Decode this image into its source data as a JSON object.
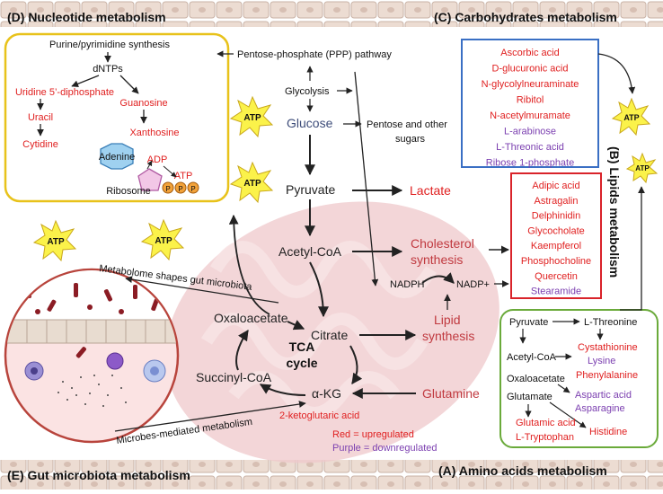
{
  "panel_titles": {
    "d": "(D) Nucleotide metabolism",
    "c": "(C) Carbohydrates metabolism",
    "b": "(B) Lipids metabolism",
    "e": "(E) Gut microbiota metabolism",
    "a": "(A) Amino acids metabolism"
  },
  "nucleotide": {
    "purine": "Purine/pyrimidine synthesis",
    "dntps": "dNTPs",
    "uridine": "Uridine 5’-diphosphate",
    "uracil": "Uracil",
    "cytidine": "Cytidine",
    "guanosine": "Guanosine",
    "xanthosine": "Xanthosine",
    "adenine": "Adenine",
    "adp": "ADP",
    "atp": "ATP",
    "ribosome": "Ribosome",
    "p": "P"
  },
  "central": {
    "ppp": "Pentose-phosphate (PPP) pathway",
    "glycolysis": "Glycolysis",
    "glucose": "Glucose",
    "pentose1": "Pentose and other",
    "pentose2": "sugars",
    "pyruvate": "Pyruvate",
    "lactate": "Lactate",
    "acetyl": "Acetyl-CoA",
    "chol1": "Cholesterol",
    "chol2": "synthesis",
    "nadph": "NADPH",
    "nadp": "NADP+",
    "lipid1": "Lipid",
    "lipid2": "synthesis",
    "oxaloacetate": "Oxaloacetate",
    "citrate": "Citrate",
    "tca1": "TCA",
    "tca2": "cycle",
    "succinyl": "Succinyl-CoA",
    "akg": "α-KG",
    "glutamine": "Glutamine",
    "ketoglutaric": "2-ketoglutaric acid",
    "red_legend": "Red = upregulated",
    "purple_legend": "Purple = downregulated",
    "shapes": "Metabolome shapes gut microbiota",
    "microbes": "Microbes-mediated metabolism"
  },
  "atp_label": "ATP",
  "carbs": [
    {
      "text": "Ascorbic acid",
      "color": "#e02020"
    },
    {
      "text": "D-glucuronic acid",
      "color": "#e02020"
    },
    {
      "text": "N-glycolylneuraminate",
      "color": "#e02020"
    },
    {
      "text": "Ribitol",
      "color": "#e02020"
    },
    {
      "text": "N-acetylmuramate",
      "color": "#e02020"
    },
    {
      "text": "L-arabinose",
      "color": "#7b3fb0"
    },
    {
      "text": "L-Threonic acid",
      "color": "#7b3fb0"
    },
    {
      "text": "Ribose 1-phosphate",
      "color": "#7b3fb0"
    }
  ],
  "lipids": [
    {
      "text": "Adipic acid",
      "color": "#e02020"
    },
    {
      "text": "Astragalin",
      "color": "#e02020"
    },
    {
      "text": "Delphinidin",
      "color": "#e02020"
    },
    {
      "text": "Glycocholate",
      "color": "#e02020"
    },
    {
      "text": "Kaempferol",
      "color": "#e02020"
    },
    {
      "text": "Phosphocholine",
      "color": "#e02020"
    },
    {
      "text": "Quercetin",
      "color": "#e02020"
    },
    {
      "text": "Stearamide",
      "color": "#7b3fb0"
    }
  ],
  "amino": {
    "pyruvate": "Pyruvate",
    "threonine": "L-Threonine",
    "cystathionine": "Cystathionine",
    "acetyl": "Acetyl-CoA",
    "lysine": "Lysine",
    "phenylalanine": "Phenylalanine",
    "oxaloacetate": "Oxaloacetate",
    "aspartic": "Aspartic acid",
    "asparagine": "Asparagine",
    "glutamate": "Glutamate",
    "glutamic": "Glutamic acid",
    "tryptophan": "L-Tryptophan",
    "histidine": "Histidine"
  },
  "colors": {
    "up": "#e02020",
    "down": "#7b3fb0",
    "nucleotide_border": "#e8c21a",
    "carbs_border": "#3a6fc4",
    "lipids_border": "#d9232a",
    "amino_border": "#6aaa3a",
    "gut_border": "#b8443c",
    "mito": "#e9bcc0",
    "atp_star": "#fbf24a"
  }
}
